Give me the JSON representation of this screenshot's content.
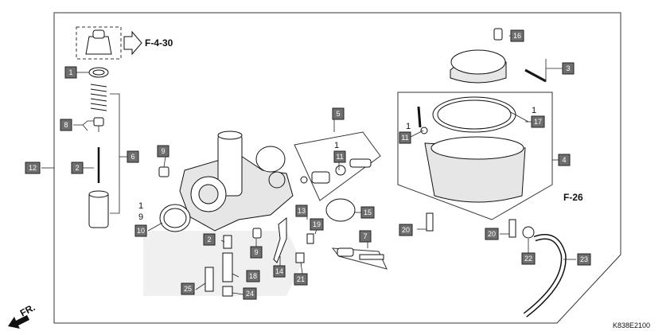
{
  "references": {
    "cap_ref": "F-4-30",
    "float_ref": "F-26",
    "front_label": "FR."
  },
  "diagram_code": "K838E2100",
  "qty_labels": {
    "main_10": "1",
    "main_10_b": "9",
    "sub_5": "1",
    "sub_11": "1",
    "bowl_17": "1"
  },
  "callouts": [
    "1",
    "2",
    "3",
    "4",
    "5",
    "6",
    "7",
    "8",
    "9",
    "10",
    "11",
    "12",
    "13",
    "14",
    "15",
    "16",
    "17",
    "18",
    "19",
    "20",
    "21",
    "22",
    "23",
    "24",
    "25"
  ],
  "colors": {
    "callout_fill": "#6f6f6f",
    "line": "#222222"
  }
}
